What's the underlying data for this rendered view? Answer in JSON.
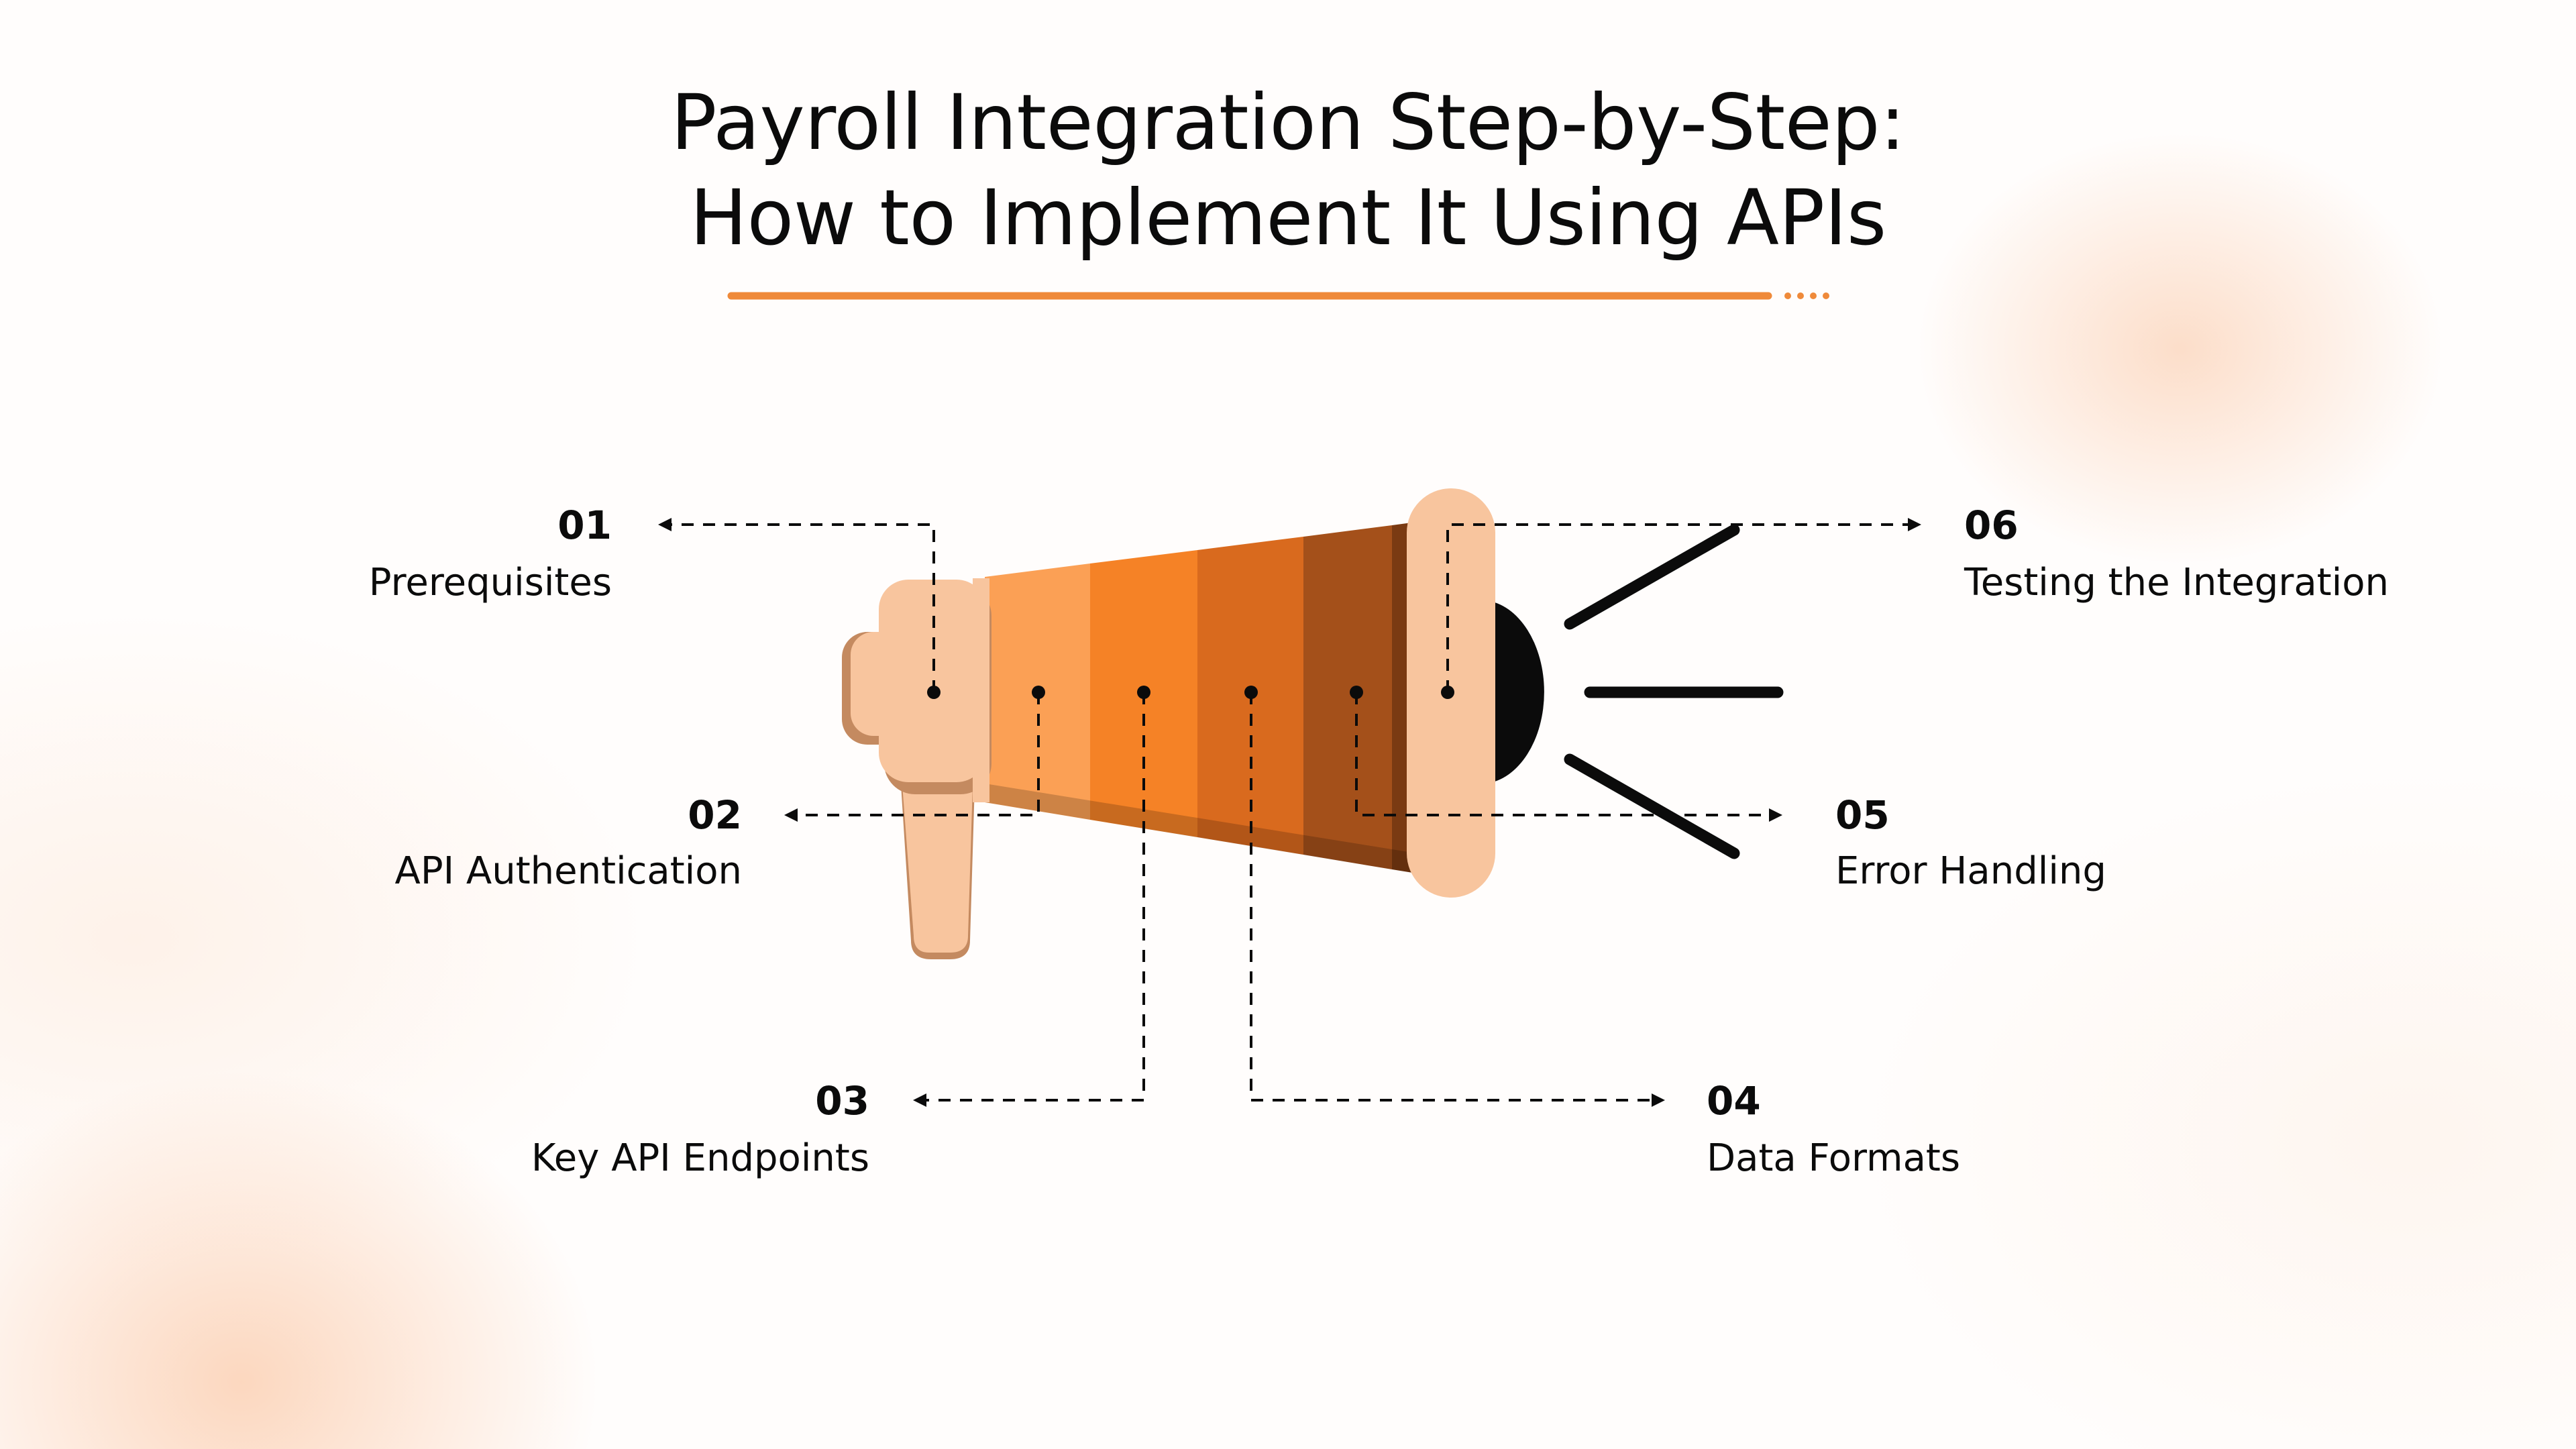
{
  "title": {
    "line1": "Payroll Integration Step-by-Step:",
    "line2": "How to Implement It Using APIs"
  },
  "colors": {
    "accent": "#ef8a3a",
    "peach": "#f8c59e",
    "orange_1": "#fba055",
    "orange_2": "#f58226",
    "orange_3": "#d96a1e",
    "orange_4": "#a4501a",
    "sound_lines": "#0b0b0b"
  },
  "steps": [
    {
      "number": "01",
      "label": "Prerequisites"
    },
    {
      "number": "02",
      "label": "API Authentication"
    },
    {
      "number": "03",
      "label": "Key API Endpoints"
    },
    {
      "number": "04",
      "label": "Data Formats"
    },
    {
      "number": "05",
      "label": "Error Handling"
    },
    {
      "number": "06",
      "label": "Testing the Integration"
    }
  ]
}
